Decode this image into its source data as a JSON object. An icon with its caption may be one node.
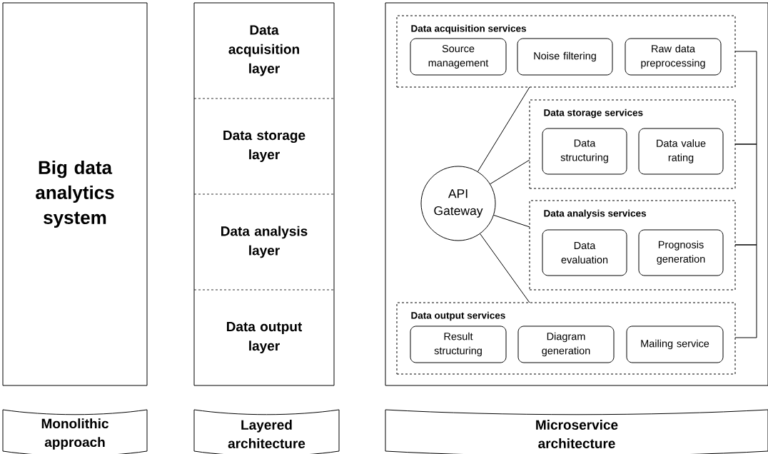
{
  "diagram": {
    "nodes": [
      {
        "text": [
          "Big data analytics system"
        ]
      },
      {
        "text": [],
        "shape": "box"
      },
      {
        "text": [
          "Data acquisition layer"
        ],
        "in": 1
      },
      {
        "text": [
          "Data storage layer"
        ],
        "in": 1
      },
      {
        "text": [
          "Data analysis layer"
        ],
        "in": 1
      },
      {
        "text": [
          "Data output layer"
        ],
        "in": 1
      },
      {
        "text": [],
        "shape": "box"
      },
      {
        "text": [
          "Data acquisition services"
        ],
        "in": 6
      },
      {
        "text": [
          "Source management"
        ],
        "in": 7
      },
      {
        "text": [
          "Noise filtering"
        ],
        "in": 7
      },
      {
        "text": [
          "Raw data preprocessing"
        ],
        "in": 7
      },
      {
        "text": [
          "Data storage services"
        ],
        "in": 6
      },
      {
        "text": [
          "Data structuring"
        ],
        "in": 11
      },
      {
        "text": [
          "Data value rating"
        ],
        "in": 11
      },
      {
        "text": [
          "Data analysis services"
        ],
        "in": 6
      },
      {
        "text": [
          "Data evaluation"
        ],
        "in": 14
      },
      {
        "text": [
          "Prognosis generation"
        ],
        "in": 14
      },
      {
        "text": [
          "Data output services"
        ],
        "in": 6
      },
      {
        "text": [
          "Result structuring"
        ],
        "in": 17
      },
      {
        "text": [
          "Diagram generation"
        ],
        "in": 17
      },
      {
        "text": [
          "Mailing service"
        ],
        "in": 17
      },
      {
        "text": [
          "API Gateway"
        ],
        "in": 6
      },
      {
        "text": [
          "Monolithic approach"
        ]
      },
      {
        "text": [
          "Layered architecture"
        ]
      },
      {
        "text": [
          "Microservice architecture"
        ]
      }
    ],
    "edges": [
      {
        "from": 21,
        "to": 7,
        "arrow": "none"
      },
      {
        "from": 21,
        "to": 11,
        "arrow": "none"
      },
      {
        "from": 21,
        "to": 14,
        "arrow": "none"
      },
      {
        "from": 21,
        "to": 17,
        "arrow": "none"
      },
      {
        "from": 7,
        "to": 11,
        "arrow": "none"
      },
      {
        "from": 11,
        "to": 14,
        "arrow": "none"
      },
      {
        "from": 14,
        "to": 17,
        "arrow": "none"
      }
    ]
  }
}
